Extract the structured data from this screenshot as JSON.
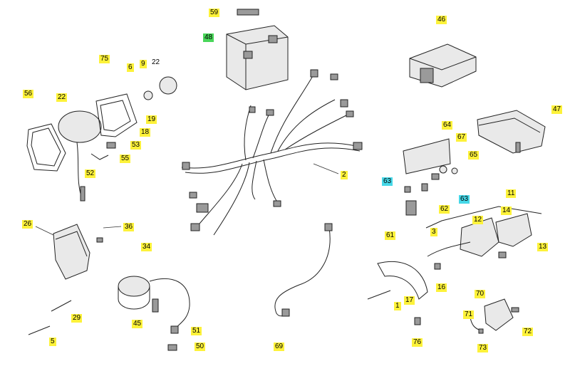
{
  "callouts": [
    {
      "id": "59",
      "text": "59",
      "hl": "yellow"
    },
    {
      "id": "48",
      "text": "48",
      "hl": "green"
    },
    {
      "id": "46",
      "text": "46",
      "hl": "yellow"
    },
    {
      "id": "75",
      "text": "75",
      "hl": "yellow"
    },
    {
      "id": "22a",
      "text": "22",
      "hl": "none"
    },
    {
      "id": "6",
      "text": "6",
      "hl": "yellow"
    },
    {
      "id": "9",
      "text": "9",
      "hl": "yellow"
    },
    {
      "id": "56",
      "text": "56",
      "hl": "yellow"
    },
    {
      "id": "22b",
      "text": "22",
      "hl": "yellow"
    },
    {
      "id": "19",
      "text": "19",
      "hl": "yellow"
    },
    {
      "id": "18",
      "text": "18",
      "hl": "yellow"
    },
    {
      "id": "53",
      "text": "53",
      "hl": "yellow"
    },
    {
      "id": "55",
      "text": "55",
      "hl": "yellow"
    },
    {
      "id": "52",
      "text": "52",
      "hl": "yellow"
    },
    {
      "id": "47",
      "text": "47",
      "hl": "yellow"
    },
    {
      "id": "64",
      "text": "64",
      "hl": "yellow"
    },
    {
      "id": "67",
      "text": "67",
      "hl": "yellow"
    },
    {
      "id": "65",
      "text": "65",
      "hl": "yellow"
    },
    {
      "id": "2",
      "text": "2",
      "hl": "yellow"
    },
    {
      "id": "63a",
      "text": "63",
      "hl": "cyan"
    },
    {
      "id": "63b",
      "text": "63",
      "hl": "cyan"
    },
    {
      "id": "62",
      "text": "62",
      "hl": "yellow"
    },
    {
      "id": "11",
      "text": "11",
      "hl": "yellow"
    },
    {
      "id": "14",
      "text": "14",
      "hl": "yellow"
    },
    {
      "id": "61",
      "text": "61",
      "hl": "yellow"
    },
    {
      "id": "12",
      "text": "12",
      "hl": "yellow"
    },
    {
      "id": "26",
      "text": "26",
      "hl": "yellow"
    },
    {
      "id": "36",
      "text": "36",
      "hl": "yellow"
    },
    {
      "id": "3",
      "text": "3",
      "hl": "yellow"
    },
    {
      "id": "13",
      "text": "13",
      "hl": "yellow"
    },
    {
      "id": "34",
      "text": "34",
      "hl": "yellow"
    },
    {
      "id": "16",
      "text": "16",
      "hl": "yellow"
    },
    {
      "id": "17",
      "text": "17",
      "hl": "yellow"
    },
    {
      "id": "1",
      "text": "1",
      "hl": "yellow"
    },
    {
      "id": "70",
      "text": "70",
      "hl": "yellow"
    },
    {
      "id": "71",
      "text": "71",
      "hl": "yellow"
    },
    {
      "id": "72",
      "text": "72",
      "hl": "yellow"
    },
    {
      "id": "73",
      "text": "73",
      "hl": "yellow"
    },
    {
      "id": "76",
      "text": "76",
      "hl": "yellow"
    },
    {
      "id": "29",
      "text": "29",
      "hl": "yellow"
    },
    {
      "id": "45",
      "text": "45",
      "hl": "yellow"
    },
    {
      "id": "51",
      "text": "51",
      "hl": "yellow"
    },
    {
      "id": "50",
      "text": "50",
      "hl": "yellow"
    },
    {
      "id": "5",
      "text": "5",
      "hl": "yellow"
    },
    {
      "id": "69",
      "text": "69",
      "hl": "yellow"
    }
  ]
}
